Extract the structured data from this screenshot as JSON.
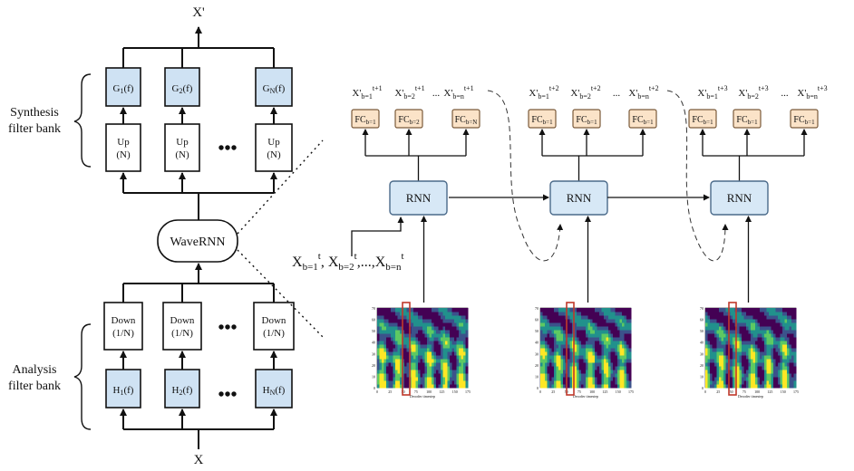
{
  "left": {
    "output_label": "X'",
    "input_label": "X",
    "synthesis_label_line1": "Synthesis",
    "synthesis_label_line2": "filter bank",
    "analysis_label_line1": "Analysis",
    "analysis_label_line2": "filter bank",
    "wavernn_label": "WaveRNN",
    "ellipsis": "•••",
    "g_filters": [
      {
        "base": "G",
        "sub": "1",
        "tail": "(f)"
      },
      {
        "base": "G",
        "sub": "2",
        "tail": "(f)"
      },
      {
        "base": "G",
        "sub": "N",
        "tail": "(f)"
      }
    ],
    "up_blocks": [
      {
        "line1": "Up",
        "line2": "(N)"
      },
      {
        "line1": "Up",
        "line2": "(N)"
      },
      {
        "line1": "Up",
        "line2": "(N)"
      }
    ],
    "down_blocks": [
      {
        "line1": "Down",
        "line2": "(1/N)"
      },
      {
        "line1": "Down",
        "line2": "(1/N)"
      },
      {
        "line1": "Down",
        "line2": "(1/N)"
      }
    ],
    "h_filters": [
      {
        "base": "H",
        "sub": "1",
        "tail": "(f)"
      },
      {
        "base": "H",
        "sub": "2",
        "tail": "(f)"
      },
      {
        "base": "H",
        "sub": "N",
        "tail": "(f)"
      }
    ]
  },
  "right": {
    "rnn_label": "RNN",
    "ellipsis_text": "...",
    "input_label": {
      "x": "X",
      "b1": "b=1",
      "t": "t",
      "sep": ", ",
      "b2": "b=2",
      "dots": ",...,",
      "bn": "b=n"
    },
    "groups": [
      {
        "outputs": [
          {
            "base": "X'",
            "sub": "b=1",
            "sup": "t+1"
          },
          {
            "base": "X'",
            "sub": "b=2",
            "sup": "t+1"
          },
          {
            "base": "X'",
            "sub": "b=n",
            "sup": "t+1"
          }
        ],
        "fcs": [
          {
            "base": "FC",
            "sub": "b=1"
          },
          {
            "base": "FC",
            "sub": "b=2"
          },
          {
            "base": "FC",
            "sub": "b=N"
          }
        ]
      },
      {
        "outputs": [
          {
            "base": "X'",
            "sub": "b=1",
            "sup": "t+2"
          },
          {
            "base": "X'",
            "sub": "b=2",
            "sup": "t+2"
          },
          {
            "base": "X'",
            "sub": "b=n",
            "sup": "t+2"
          }
        ],
        "fcs": [
          {
            "base": "FC",
            "sub": "b=1"
          },
          {
            "base": "FC",
            "sub": "b=1"
          },
          {
            "base": "FC",
            "sub": "b=1"
          }
        ]
      },
      {
        "outputs": [
          {
            "base": "X'",
            "sub": "b=1",
            "sup": "t+3"
          },
          {
            "base": "X'",
            "sub": "b=2",
            "sup": "t+3"
          },
          {
            "base": "X'",
            "sub": "b=n",
            "sup": "t+3"
          }
        ],
        "fcs": [
          {
            "base": "FC",
            "sub": "b=1"
          },
          {
            "base": "FC",
            "sub": "b=1"
          },
          {
            "base": "FC",
            "sub": "b=1"
          }
        ]
      }
    ],
    "spectrogram": {
      "y_ticks": [
        "0",
        "10",
        "20",
        "30",
        "40",
        "50",
        "60",
        "70"
      ],
      "x_ticks": [
        "0",
        "25",
        "50",
        "75",
        "100",
        "125",
        "150",
        "175"
      ],
      "xlabel": "Decoder timestep",
      "colors": [
        "#440154",
        "#3b528b",
        "#21918c",
        "#5ec962",
        "#fde725"
      ],
      "highlight_color": "#c0392b"
    }
  }
}
